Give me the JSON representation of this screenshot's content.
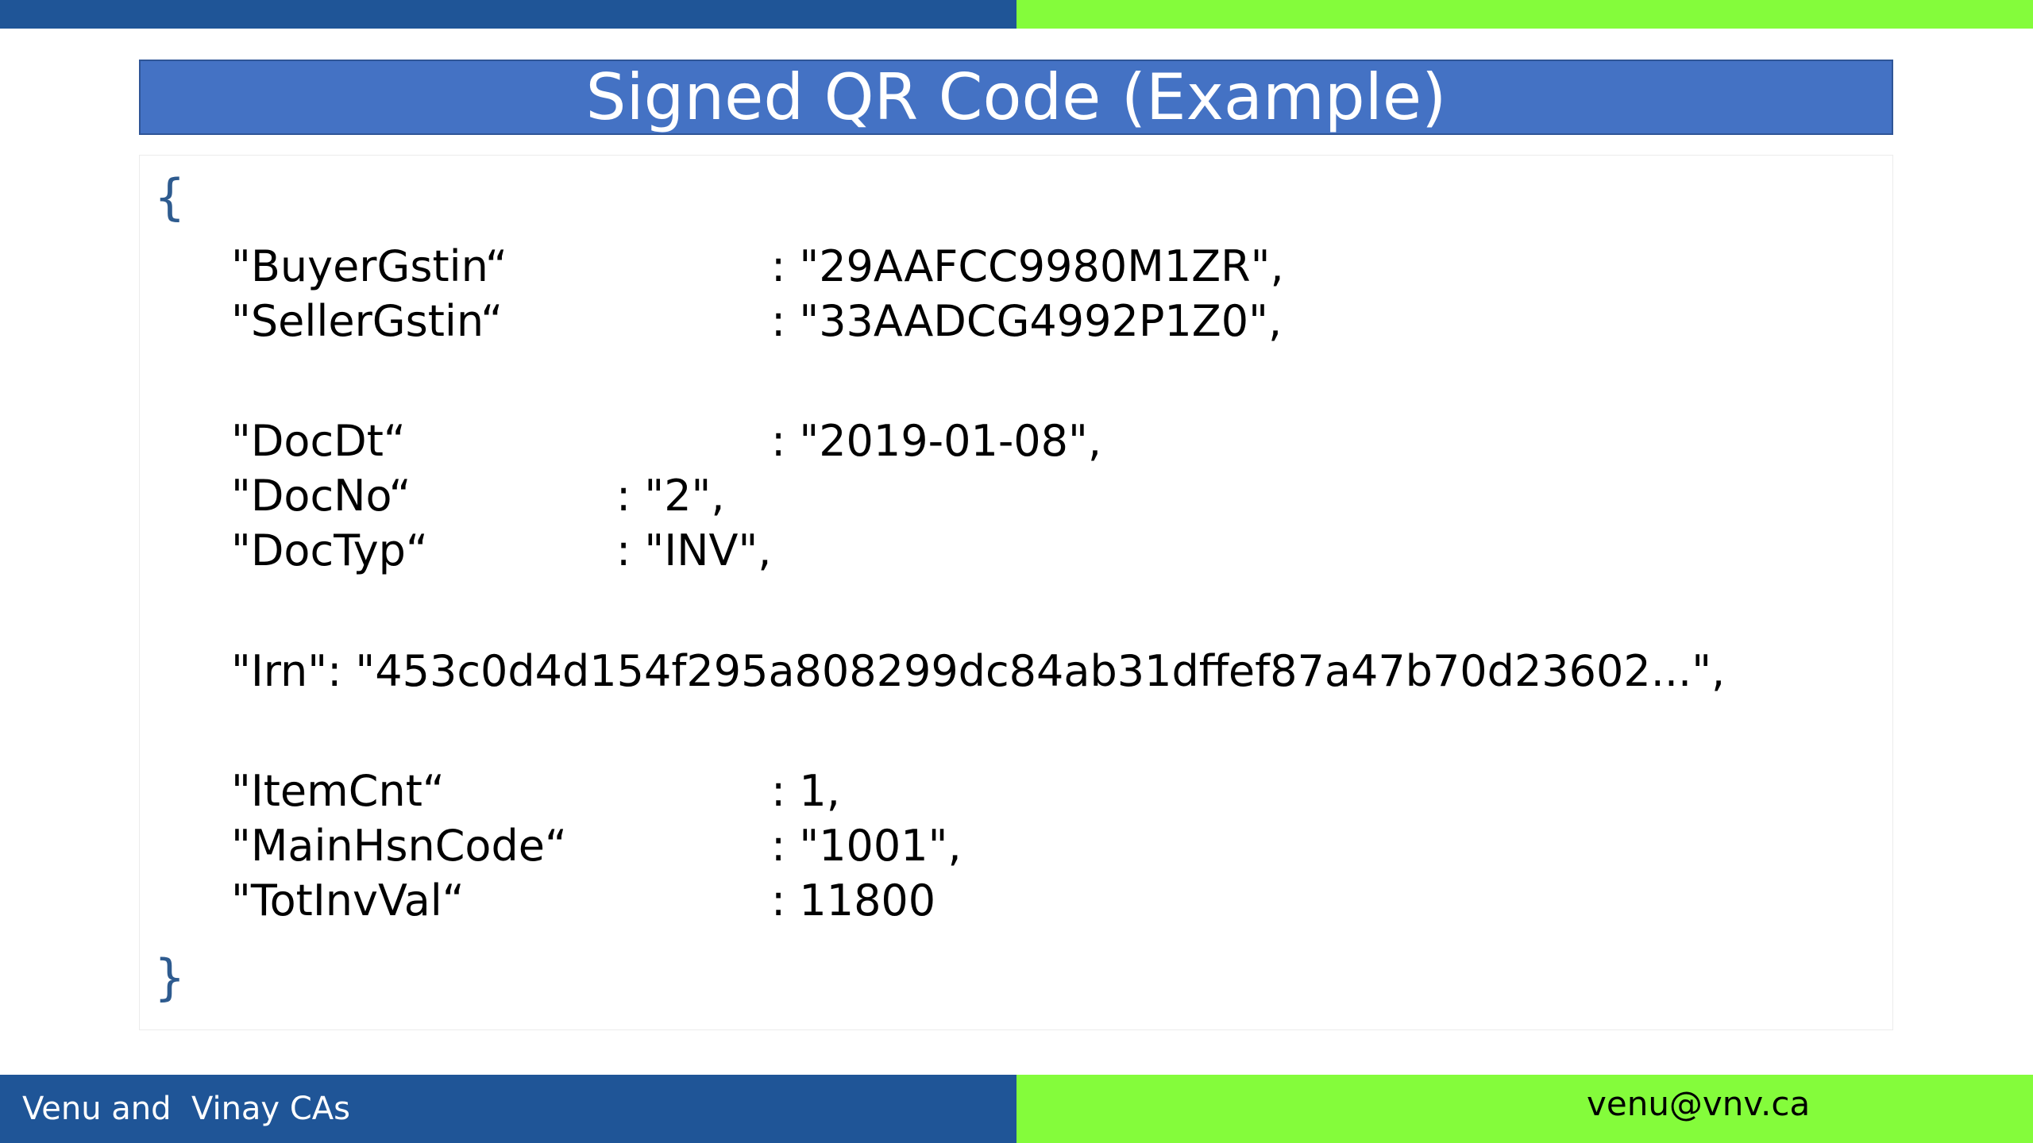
{
  "title": "Signed QR Code (Example)",
  "code": {
    "open_brace": "{",
    "close_brace": "}",
    "entries": [
      {
        "key": "\"BuyerGstin“",
        "value": ": \"29AAFCC9980M1ZR\","
      },
      {
        "key": "\"SellerGstin“",
        "value": ": \"33AADCG4992P1Z0\","
      },
      {
        "key": "\"DocDt“",
        "value": ": \"2019-01-08\","
      },
      {
        "key": "\"DocNo“",
        "value": ": \"2\","
      },
      {
        "key": "\"DocTyp“",
        "value": ": \"INV\","
      },
      {
        "key": "\"Irn\": \"453c0d4d154f295a808299dc84ab31dffef87a47b70d23602...\",",
        "value": ""
      },
      {
        "key": "\"ItemCnt“",
        "value": ": 1,"
      },
      {
        "key": "\"MainHsnCode“",
        "value": ": \"1001\","
      },
      {
        "key": "\"TotInvVal“",
        "value": ": 11800"
      }
    ]
  },
  "footer": {
    "left_text": "Venu and  Vinay CAs",
    "right_text": "venu@vnv.ca"
  },
  "colors": {
    "dark_blue": "#1f5597",
    "title_blue": "#4472c4",
    "lime_green": "#84fc3b",
    "brace_blue": "#2e5b8f"
  }
}
